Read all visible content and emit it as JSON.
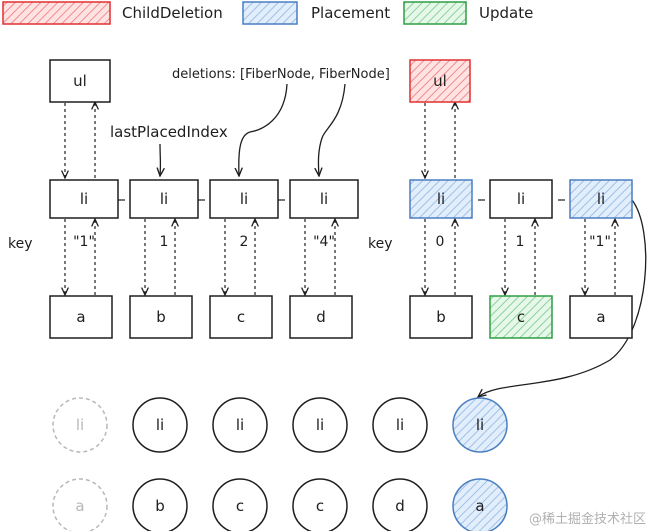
{
  "legend": [
    {
      "label": "ChildDeletion",
      "color": "#e03131",
      "fill": "#ffc9c9"
    },
    {
      "label": "Placement",
      "color": "#4a7fc1",
      "fill": "#b9d4f0"
    },
    {
      "label": "Update",
      "color": "#2f9e44",
      "fill": "#b2f2bb"
    }
  ],
  "annotations": {
    "deletions": "deletions: [FiberNode, FiberNode]",
    "last_placed_index": "lastPlacedIndex",
    "key_left": "key",
    "key_right": "key"
  },
  "left_tree": {
    "root": "ul",
    "items": [
      {
        "tag": "li",
        "key": "\"1\"",
        "child": "a"
      },
      {
        "tag": "li",
        "key": "1",
        "child": "b"
      },
      {
        "tag": "li",
        "key": "2",
        "child": "c"
      },
      {
        "tag": "li",
        "key": "\"4\"",
        "child": "d"
      }
    ]
  },
  "right_tree": {
    "root": "ul",
    "items": [
      {
        "tag": "li",
        "key": "0",
        "child": "b"
      },
      {
        "tag": "li",
        "key": "1",
        "child": "c"
      },
      {
        "tag": "li",
        "key": "\"1\"",
        "child": "a"
      }
    ]
  },
  "circle_rows": {
    "li_row": [
      "li",
      "li",
      "li",
      "li",
      "li",
      "li"
    ],
    "child_row": [
      "a",
      "b",
      "c",
      "c",
      "d",
      "a"
    ]
  },
  "watermark": "@稀土掘金技术社区"
}
